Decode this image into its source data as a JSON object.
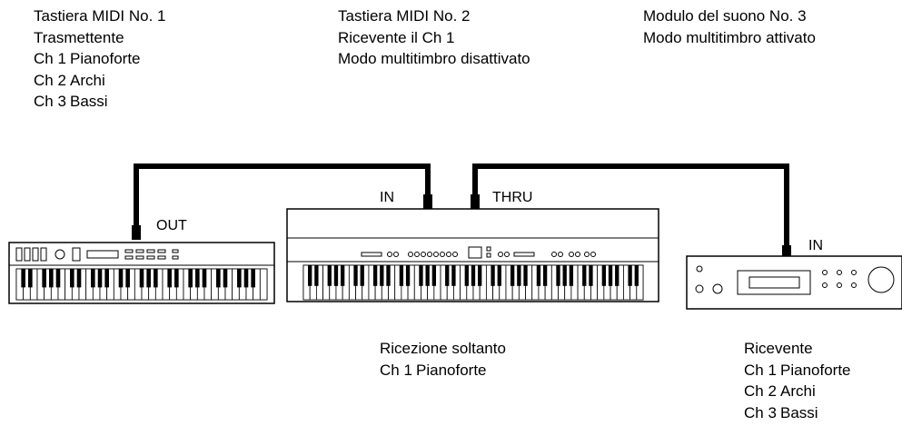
{
  "devices": {
    "keyboard1": {
      "title": "Tastiera MIDI No. 1",
      "role": "Trasmettente",
      "channels": [
        {
          "ch": "Ch 1",
          "name": "Pianoforte"
        },
        {
          "ch": "Ch 2",
          "name": "Archi"
        },
        {
          "ch": "Ch 3",
          "name": "Bassi"
        }
      ],
      "port_out": "OUT"
    },
    "keyboard2": {
      "title": "Tastiera MIDI No. 2",
      "role": "Ricevente il Ch 1",
      "mode": "Modo multitimbro disattivato",
      "port_in": "IN",
      "port_thru": "THRU",
      "bottom_title": "Ricezione soltanto",
      "bottom_channels": [
        {
          "ch": "Ch 1",
          "name": "Pianoforte"
        }
      ]
    },
    "module3": {
      "title": "Modulo del suono No. 3",
      "mode": "Modo multitimbro attivato",
      "port_in": "IN",
      "bottom_title": "Ricevente",
      "bottom_channels": [
        {
          "ch": "Ch 1",
          "name": "Pianoforte"
        },
        {
          "ch": "Ch 2",
          "name": "Archi"
        },
        {
          "ch": "Ch 3",
          "name": "Bassi"
        }
      ]
    }
  },
  "colors": {
    "ink": "#000000",
    "background": "#ffffff"
  }
}
